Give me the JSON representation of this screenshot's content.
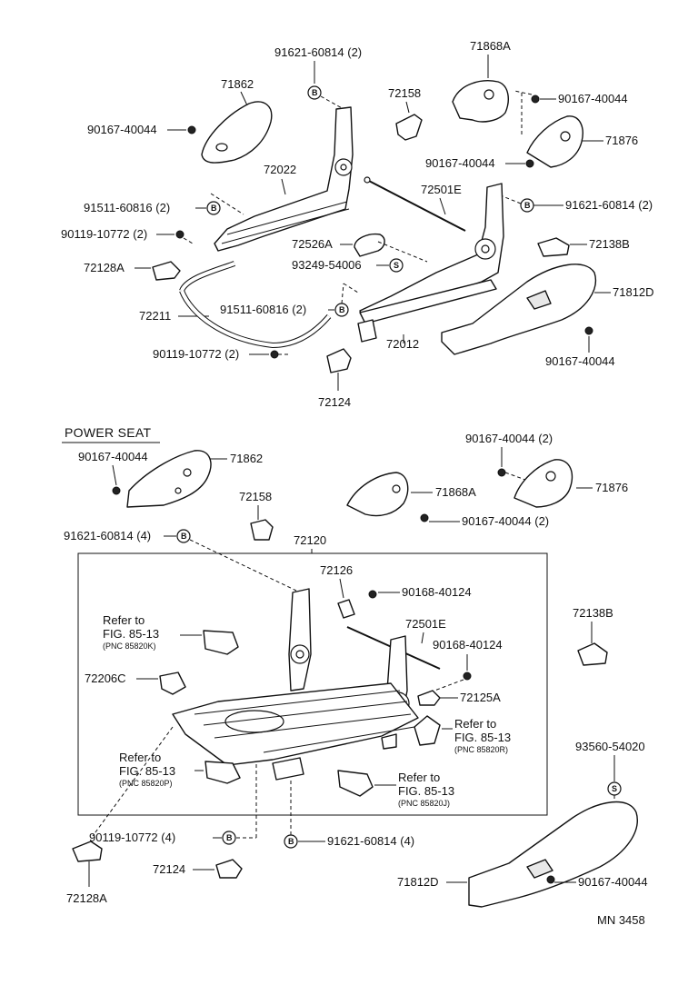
{
  "labels": {
    "p91621_60814_2_top": "91621-60814 (2)",
    "p71868A_top": "71868A",
    "p71862_top": "71862",
    "p72158_top": "72158",
    "p90167_40044_a": "90167-40044",
    "p90167_40044_b": "90167-40044",
    "p71876_top": "71876",
    "p90167_40044_c": "90167-40044",
    "p72022": "72022",
    "p72501E_top": "72501E",
    "p91511_60816_a": "91511-60816 (2)",
    "p91621_60814_2_right": "91621-60814 (2)",
    "p90119_10772_a": "90119-10772 (2)",
    "p72526A": "72526A",
    "p72138B_top": "72138B",
    "p93249_54006": "93249-54006",
    "p72128A_top": "72128A",
    "p71812D_top": "71812D",
    "p91511_60816_b": "91511-60816 (2)",
    "p72211": "72211",
    "p72012": "72012",
    "p90119_10772_b": "90119-10772 (2)",
    "p90167_40044_d": "90167-40044",
    "p72124_top": "72124",
    "power_seat": "POWER SEAT",
    "p90167_40044_e": "90167-40044",
    "p71862_bottom": "71862",
    "p90167_40044_2_f": "90167-40044 (2)",
    "p71876_bottom": "71876",
    "p72158_bottom": "72158",
    "p71868A_bottom": "71868A",
    "p90167_40044_2_g": "90167-40044 (2)",
    "p91621_60814_4_a": "91621-60814 (4)",
    "p72120": "72120",
    "p72126": "72126",
    "p90168_40124_a": "90168-40124",
    "p72138B_bottom": "72138B",
    "refer_k_1": "Refer to",
    "refer_k_2": "FIG. 85-13",
    "refer_k_3": "(PNC  85820K)",
    "p72501E_bottom": "72501E",
    "p90168_40124_b": "90168-40124",
    "p72206C": "72206C",
    "p72125A": "72125A",
    "refer_r_1": "Refer to",
    "refer_r_2": "FIG. 85-13",
    "refer_r_3": "(PNC  85820R)",
    "p93560_54020": "93560-54020",
    "refer_p_1": "Refer to",
    "refer_p_2": "FIG. 85-13",
    "refer_p_3": "(PNC  85820P)",
    "refer_j_1": "Refer to",
    "refer_j_2": "FIG. 85-13",
    "refer_j_3": "(PNC  85820J)",
    "p90119_10772_4": "90119-10772 (4)",
    "p91621_60814_4_b": "91621-60814 (4)",
    "p72128A_bottom": "72128A",
    "p72124_bottom": "72124",
    "p71812D_bottom": "71812D",
    "p90167_40044_h": "90167-40044",
    "mn": "MN  3458"
  },
  "markers": {
    "b": "B",
    "s": "S"
  }
}
